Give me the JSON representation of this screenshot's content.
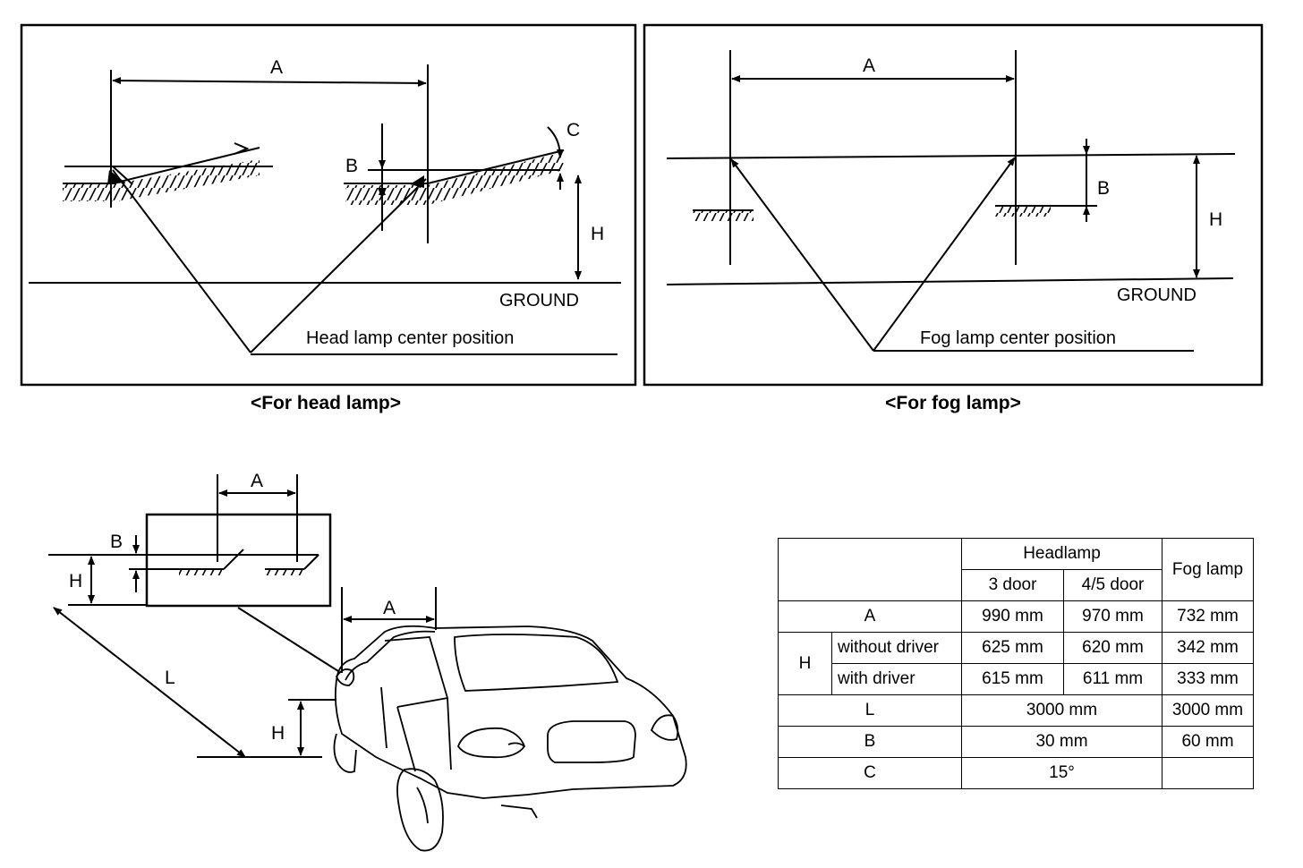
{
  "headlamp_panel": {
    "title": "<For head lamp>",
    "label_a": "A",
    "label_b": "B",
    "label_c": "C",
    "label_h": "H",
    "ground": "GROUND",
    "center_caption": "Head lamp center position"
  },
  "foglamp_panel": {
    "title": "<For fog lamp>",
    "label_a": "A",
    "label_b": "B",
    "label_h": "H",
    "ground": "GROUND",
    "center_caption": "Fog lamp center position"
  },
  "vehicle_diagram": {
    "label_a_screen": "A",
    "label_b": "B",
    "label_h_screen": "H",
    "label_a_car": "A",
    "label_l": "L",
    "label_h_car": "H"
  },
  "spec_table": {
    "headlamp_header": "Headlamp",
    "col_3door": "3 door",
    "col_45door": "4/5 door",
    "col_fog": "Fog lamp",
    "rows": {
      "a": {
        "label": "A",
        "door3": "990 mm",
        "door45": "970 mm",
        "fog": "732 mm"
      },
      "h_group_label": "H",
      "h_without": {
        "label": "without driver",
        "door3": "625 mm",
        "door45": "620 mm",
        "fog": "342 mm"
      },
      "h_with": {
        "label": "with driver",
        "door3": "615 mm",
        "door45": "611 mm",
        "fog": "333 mm"
      },
      "l": {
        "label": "L",
        "head": "3000 mm",
        "fog": "3000 mm"
      },
      "b": {
        "label": "B",
        "head": "30 mm",
        "fog": "60 mm"
      },
      "c": {
        "label": "C",
        "head": "15°",
        "fog": ""
      }
    }
  }
}
